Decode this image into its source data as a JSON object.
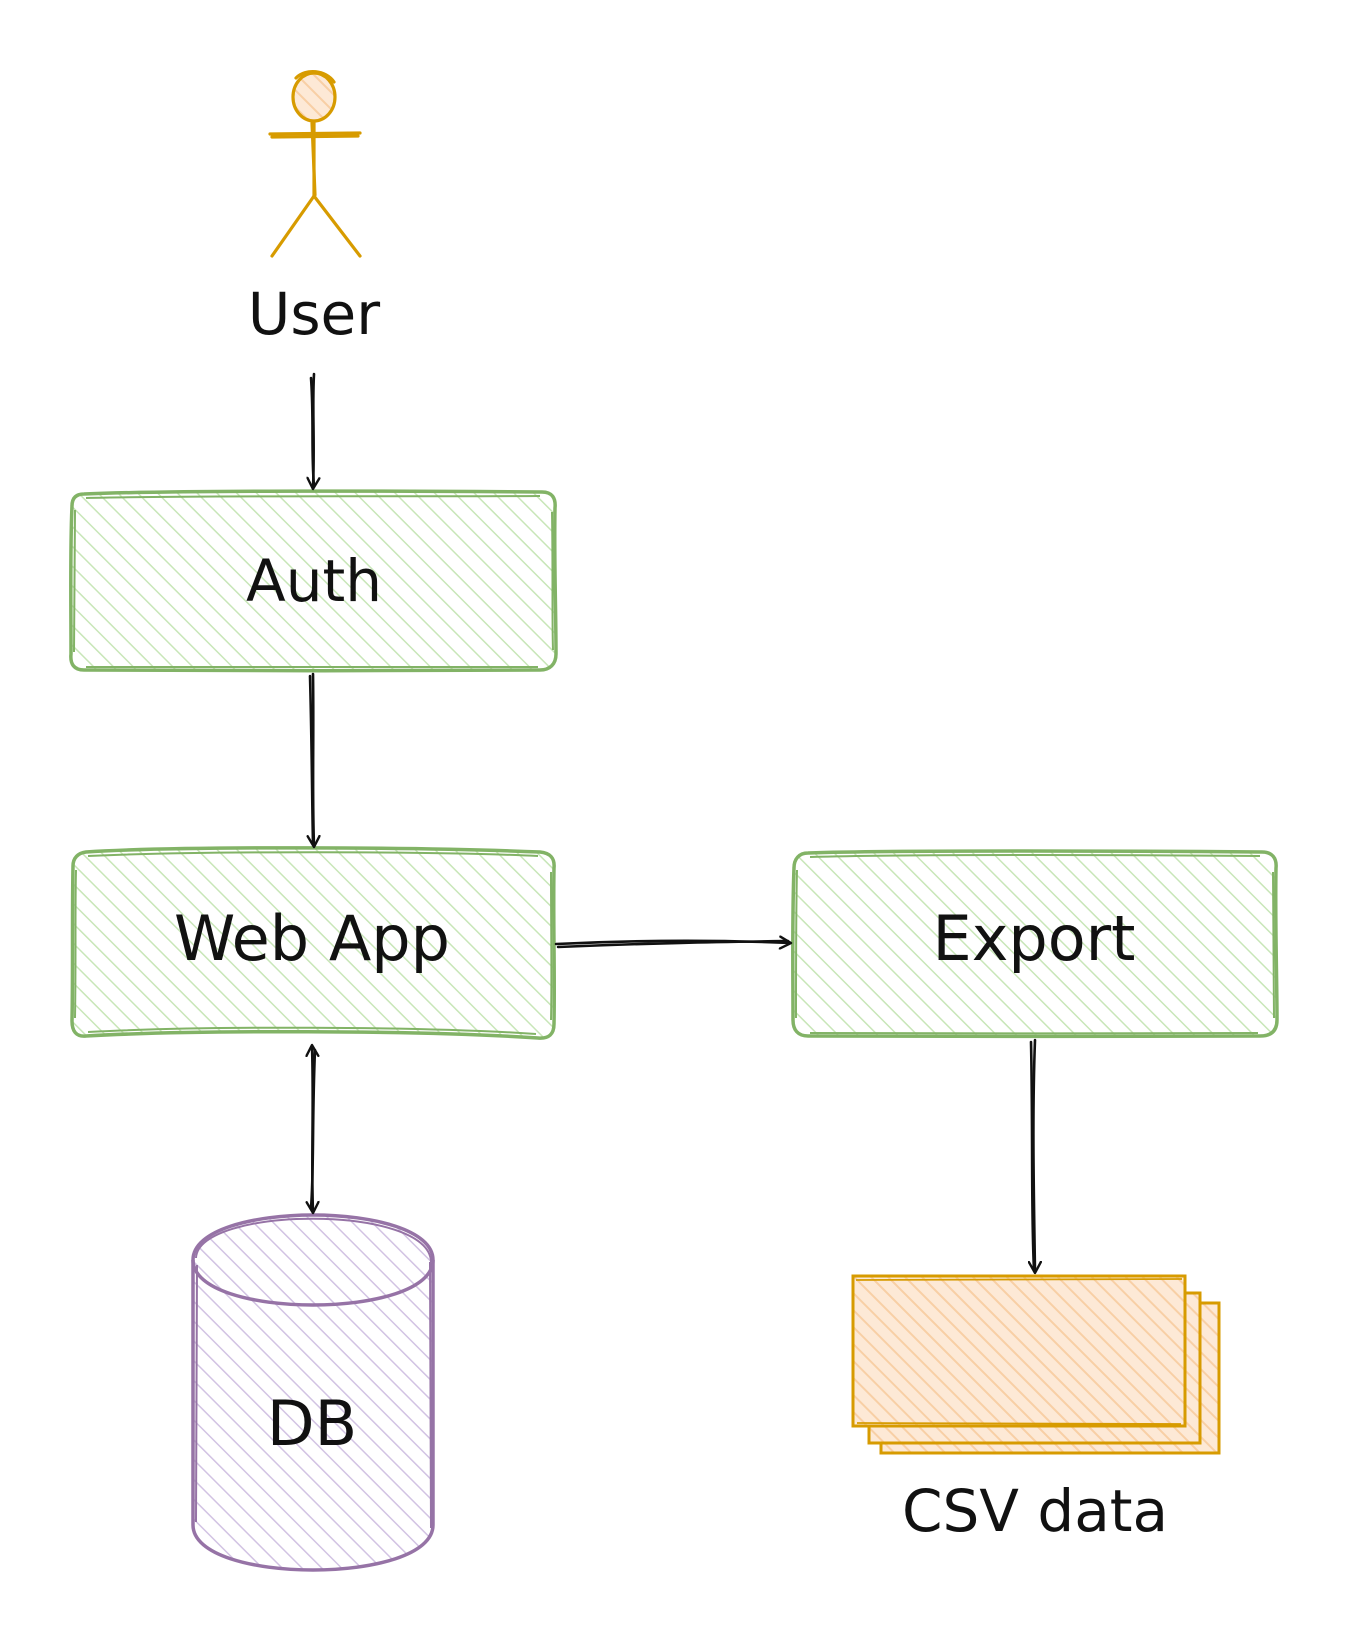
{
  "nodes": {
    "user": {
      "label": "User",
      "color": "#d79b00"
    },
    "auth": {
      "label": "Auth",
      "stroke": "#82b366",
      "hatch": "#c8e6b8"
    },
    "webapp": {
      "label": "Web App",
      "stroke": "#82b366",
      "hatch": "#c8e6b8"
    },
    "export": {
      "label": "Export",
      "stroke": "#82b366",
      "hatch": "#c8e6b8"
    },
    "db": {
      "label": "DB",
      "stroke": "#9673a6",
      "hatch": "#d2c3e3"
    },
    "csv": {
      "label": "CSV data",
      "stroke": "#d79b00",
      "hatch": "#f8cfa5"
    }
  },
  "edges": [
    {
      "from": "User",
      "to": "Auth",
      "type": "arrow"
    },
    {
      "from": "Auth",
      "to": "Web App",
      "type": "arrow"
    },
    {
      "from": "Web App",
      "to": "Export",
      "type": "arrow"
    },
    {
      "from": "Web App",
      "to": "DB",
      "type": "bidirectional"
    },
    {
      "from": "Export",
      "to": "CSV data",
      "type": "arrow"
    }
  ]
}
